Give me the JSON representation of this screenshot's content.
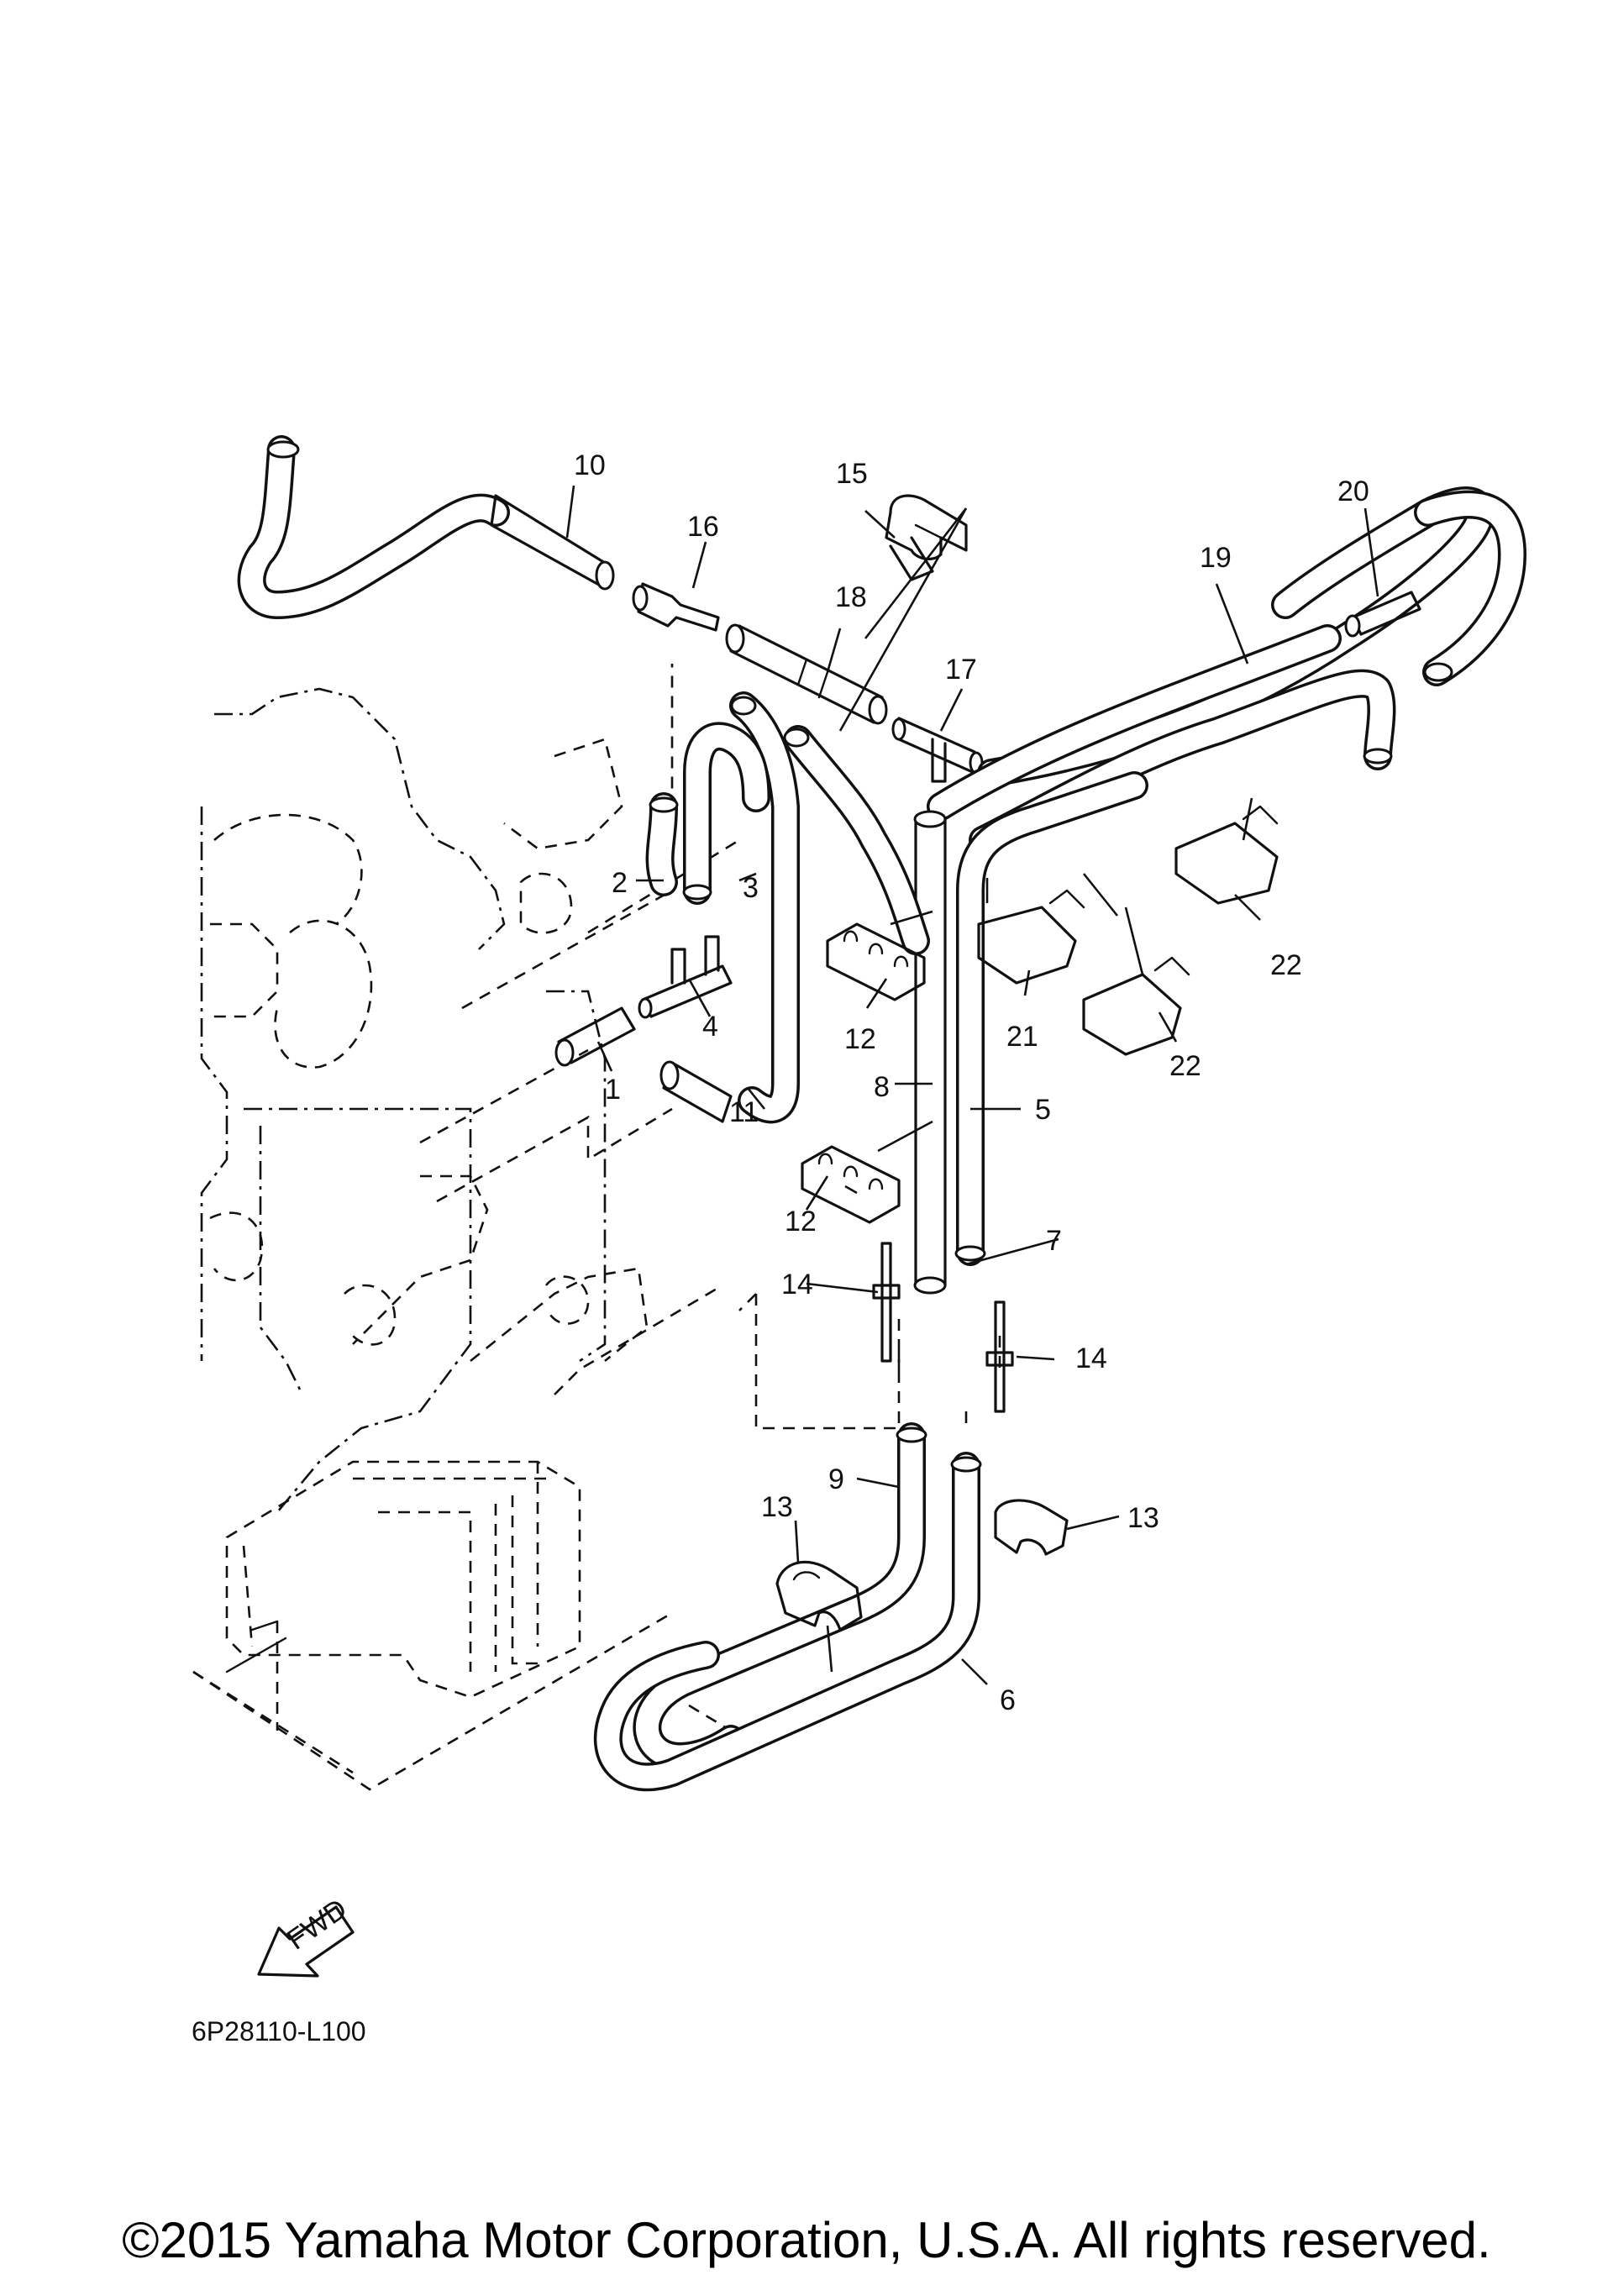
{
  "diagram": {
    "part_labels": [
      {
        "id": "p10",
        "text": "10"
      },
      {
        "id": "p15",
        "text": "15"
      },
      {
        "id": "p16",
        "text": "16"
      },
      {
        "id": "p18",
        "text": "18"
      },
      {
        "id": "p17",
        "text": "17"
      },
      {
        "id": "p20",
        "text": "20"
      },
      {
        "id": "p19",
        "text": "19"
      },
      {
        "id": "p2",
        "text": "2"
      },
      {
        "id": "p3",
        "text": "3"
      },
      {
        "id": "p4",
        "text": "4"
      },
      {
        "id": "p1",
        "text": "1"
      },
      {
        "id": "p11",
        "text": "11"
      },
      {
        "id": "p12a",
        "text": "12"
      },
      {
        "id": "p12b",
        "text": "12"
      },
      {
        "id": "p8",
        "text": "8"
      },
      {
        "id": "p5",
        "text": "5"
      },
      {
        "id": "p21",
        "text": "21"
      },
      {
        "id": "p22a",
        "text": "22"
      },
      {
        "id": "p22b",
        "text": "22"
      },
      {
        "id": "p7",
        "text": "7"
      },
      {
        "id": "p14a",
        "text": "14"
      },
      {
        "id": "p14b",
        "text": "14"
      },
      {
        "id": "p9",
        "text": "9"
      },
      {
        "id": "p13a",
        "text": "13"
      },
      {
        "id": "p13b",
        "text": "13"
      },
      {
        "id": "p6",
        "text": "6"
      }
    ],
    "fwd_arrow_text": "FWD",
    "diagram_code": "6P28110-L100"
  },
  "footer": {
    "copyright": "©2015 Yamaha Motor Corporation, U.S.A. All rights reserved."
  }
}
